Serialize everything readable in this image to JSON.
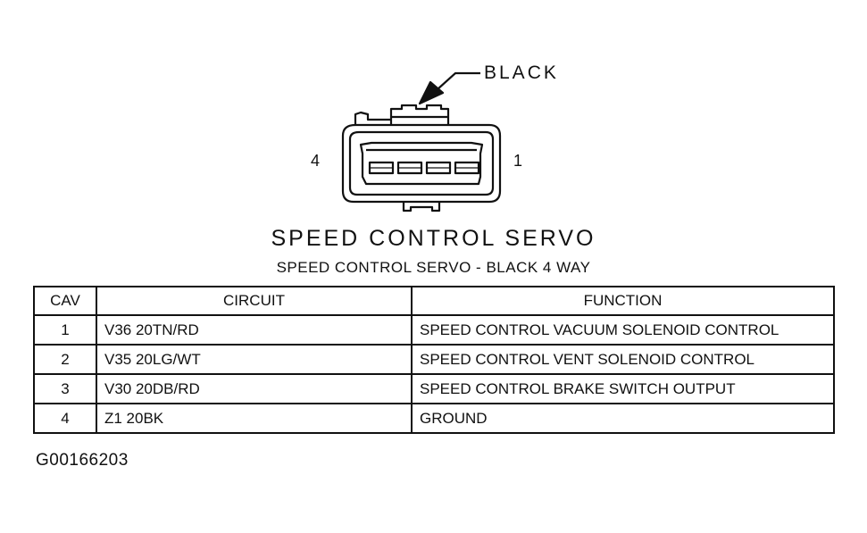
{
  "connector": {
    "color_label": "BLACK",
    "pin_left_label": "4",
    "pin_right_label": "1"
  },
  "diagram_title": "SPEED CONTROL SERVO",
  "table": {
    "caption": "SPEED CONTROL SERVO - BLACK 4 WAY",
    "headers": [
      "CAV",
      "CIRCUIT",
      "FUNCTION"
    ],
    "rows": [
      {
        "cav": "1",
        "circuit": "V36 20TN/RD",
        "function": "SPEED CONTROL VACUUM SOLENOID CONTROL"
      },
      {
        "cav": "2",
        "circuit": "V35 20LG/WT",
        "function": "SPEED CONTROL VENT SOLENOID CONTROL"
      },
      {
        "cav": "3",
        "circuit": "V30 20DB/RD",
        "function": "SPEED CONTROL BRAKE SWITCH OUTPUT"
      },
      {
        "cav": "4",
        "circuit": "Z1 20BK",
        "function": "GROUND"
      }
    ]
  },
  "figure_id": "G00166203"
}
